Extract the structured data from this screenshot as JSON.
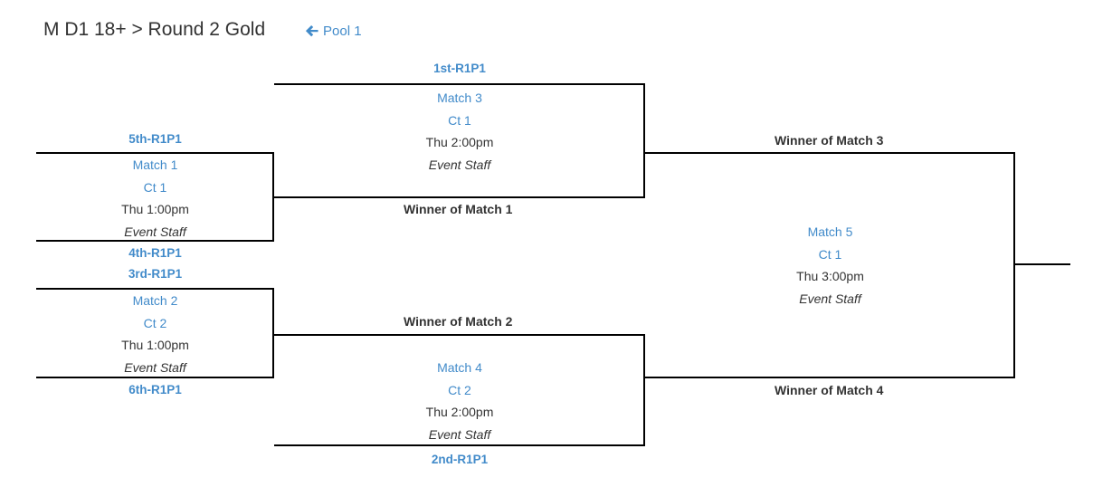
{
  "page": {
    "title": "M D1 18+ > Round 2 Gold",
    "back_link_label": "Pool 1",
    "back_icon": "arrow-left-icon"
  },
  "colors": {
    "link_blue": "#428bca",
    "text_dark": "#333333",
    "line_black": "#000000"
  },
  "bracket": {
    "matches": [
      {
        "name": "Match 1",
        "court": "Ct 1",
        "time": "Thu 1:00pm",
        "official": "Event Staff",
        "top_label": "5th-R1P1",
        "bottom_label": "4th-R1P1"
      },
      {
        "name": "Match 2",
        "court": "Ct 2",
        "time": "Thu 1:00pm",
        "official": "Event Staff",
        "top_label": "3rd-R1P1",
        "bottom_label": "6th-R1P1"
      },
      {
        "name": "Match 3",
        "court": "Ct 1",
        "time": "Thu 2:00pm",
        "official": "Event Staff",
        "top_label": "1st-R1P1",
        "bottom_label": "Winner of Match 1"
      },
      {
        "name": "Match 4",
        "court": "Ct 2",
        "time": "Thu 2:00pm",
        "official": "Event Staff",
        "top_label": "Winner of Match 2",
        "bottom_label": "2nd-R1P1"
      },
      {
        "name": "Match 5",
        "court": "Ct 1",
        "time": "Thu 3:00pm",
        "official": "Event Staff",
        "top_label": "Winner of Match 3",
        "bottom_label": "Winner of Match 4"
      }
    ]
  }
}
